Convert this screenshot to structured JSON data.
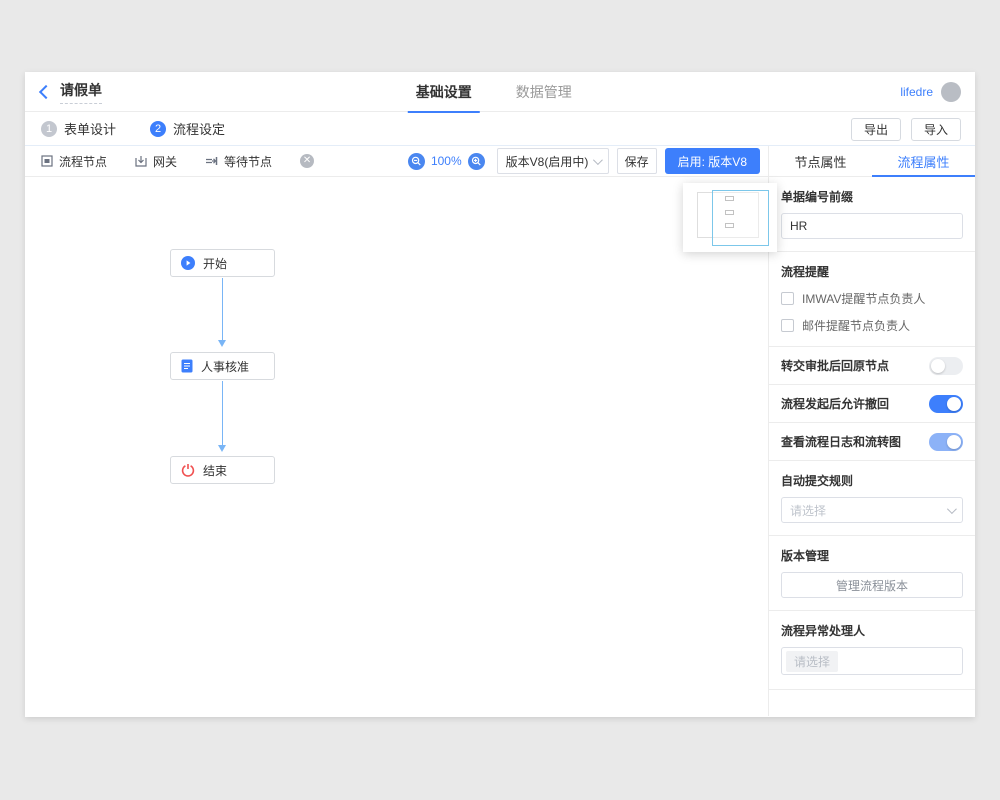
{
  "colors": {
    "primary": "#3d7ffc",
    "arrow_blue": "#79b5f6",
    "end_red": "#f05050",
    "page_bg": "#e9e9e9"
  },
  "header": {
    "title": "请假单",
    "tabs": [
      {
        "label": "基础设置",
        "active": true
      },
      {
        "label": "数据管理",
        "active": false
      }
    ],
    "user": "lifedre"
  },
  "steps": {
    "items": [
      {
        "num": "1",
        "label": "表单设计",
        "active": false
      },
      {
        "num": "2",
        "label": "流程设定",
        "active": true
      }
    ],
    "export_label": "导出",
    "import_label": "导入"
  },
  "toolbar": {
    "palette": [
      {
        "label": "流程节点"
      },
      {
        "label": "网关"
      },
      {
        "label": "等待节点"
      }
    ],
    "zoom_level": "100%",
    "version_select": "版本V8(启用中)",
    "save_label": "保存",
    "enable_label": "启用: 版本V8"
  },
  "panel": {
    "tabs": [
      {
        "label": "节点属性",
        "active": false
      },
      {
        "label": "流程属性",
        "active": true
      }
    ],
    "prefix_label": "单据编号前缀",
    "prefix_value": "HR",
    "remind_label": "流程提醒",
    "checkboxes": [
      {
        "label": "IMWAV提醒节点负责人",
        "checked": false
      },
      {
        "label": "邮件提醒节点负责人",
        "checked": false
      }
    ],
    "toggles": [
      {
        "label": "转交审批后回原节点",
        "on": false
      },
      {
        "label": "流程发起后允许撤回",
        "on": true
      },
      {
        "label": "查看流程日志和流转图",
        "on": true
      }
    ],
    "auto_submit_label": "自动提交规则",
    "auto_submit_placeholder": "请选择",
    "version_mgmt_label": "版本管理",
    "version_mgmt_button": "管理流程版本",
    "exception_label": "流程异常处理人",
    "exception_placeholder": "请选择"
  },
  "canvas": {
    "nodes": [
      {
        "label": "开始",
        "icon": "play-icon"
      },
      {
        "label": "人事核准",
        "icon": "document-icon"
      },
      {
        "label": "结束",
        "icon": "power-icon"
      }
    ]
  }
}
